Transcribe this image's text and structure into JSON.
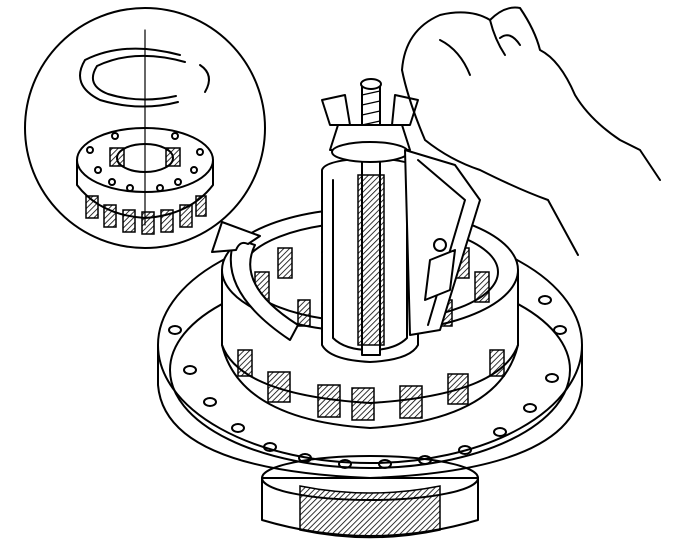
{
  "figure": {
    "description_visible_text": "",
    "colors": {
      "line": "#000000",
      "background": "#ffffff"
    },
    "icons": [
      "spring-compressor-tool",
      "snap-ring",
      "spring-retainer",
      "hand",
      "clutch-housing",
      "arrow"
    ]
  }
}
